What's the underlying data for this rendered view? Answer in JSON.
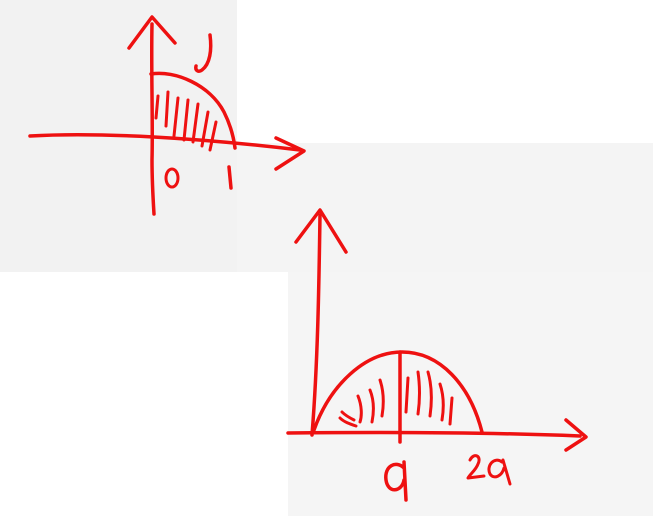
{
  "diagram": {
    "ink_color": "#ee1111",
    "top_graph": {
      "y_axis_label": "y",
      "origin_label": "0",
      "x_tick_label": "1"
    },
    "bottom_graph": {
      "mid_tick_label": "a",
      "end_tick_label": "2a"
    }
  }
}
